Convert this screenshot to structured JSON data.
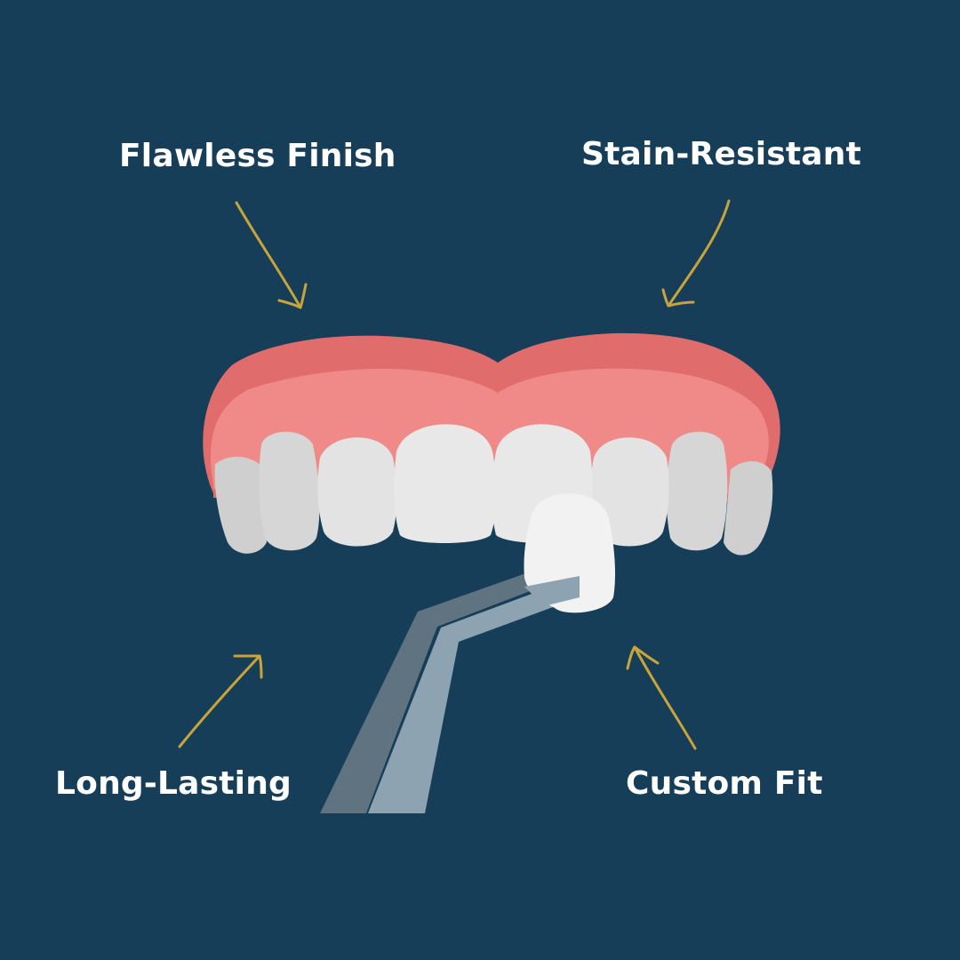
{
  "benefits": {
    "top_left": "Flawless Finish",
    "top_right": "Stain-Resistant",
    "bottom_left": "Long-Lasting",
    "bottom_right": "Custom Fit"
  },
  "colors": {
    "background": "#163e58",
    "gum_dark": "#e06c6c",
    "gum_light": "#ef8a88",
    "tooth": "#e6e6e6",
    "tooth_shade": "#cfcfcf",
    "veneer": "#f2f2f2",
    "tweezer_dark": "#5f7381",
    "tweezer_light": "#8da3b2",
    "arrow": "#c9a43a"
  },
  "icons": {
    "teeth": "upper-teeth-illustration",
    "veneer": "veneer-shell",
    "tool": "dental-tweezers",
    "pointer": "hand-drawn-arrow"
  }
}
